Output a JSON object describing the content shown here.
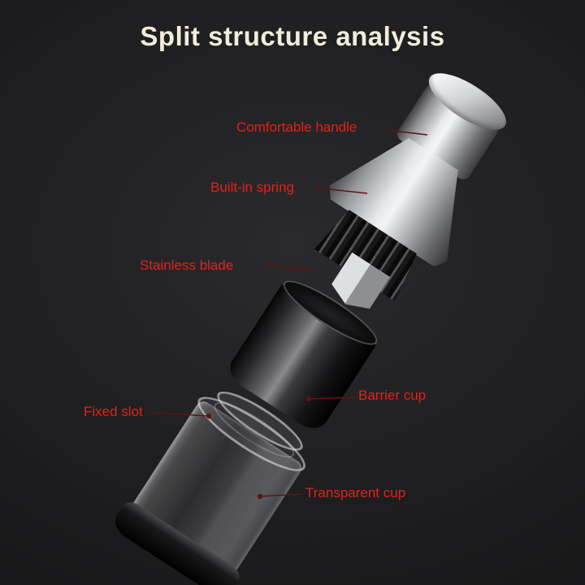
{
  "title": "Split structure analysis",
  "labels": {
    "comfortable_handle": "Comfortable handle",
    "built_in_spring": "Built-in spring",
    "stainless_blade": "Stainless blade",
    "barrier_cup": "Barrier cup",
    "fixed_slot": "Fixed slot",
    "transparent_cup": "Transparent cup"
  },
  "colors": {
    "label_red": "#e32119",
    "title_cream": "#f2ecdb",
    "callout_line": "#5e1512"
  }
}
